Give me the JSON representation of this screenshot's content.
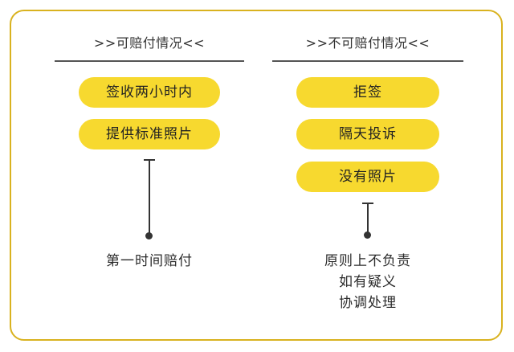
{
  "left": {
    "heading": ">>可赔付情况<<",
    "items": [
      "签收两小时内",
      "提供标准照片"
    ],
    "result": "第一时间赔付"
  },
  "right": {
    "heading": ">>不可赔付情况<<",
    "items": [
      "拒签",
      "隔天投诉",
      "没有照片"
    ],
    "result_lines": [
      "原则上不负责",
      "如有疑义",
      "协调处理"
    ]
  },
  "colors": {
    "frame_border": "#d9b21f",
    "pill_fill": "#f7d92f",
    "line": "#333333"
  }
}
